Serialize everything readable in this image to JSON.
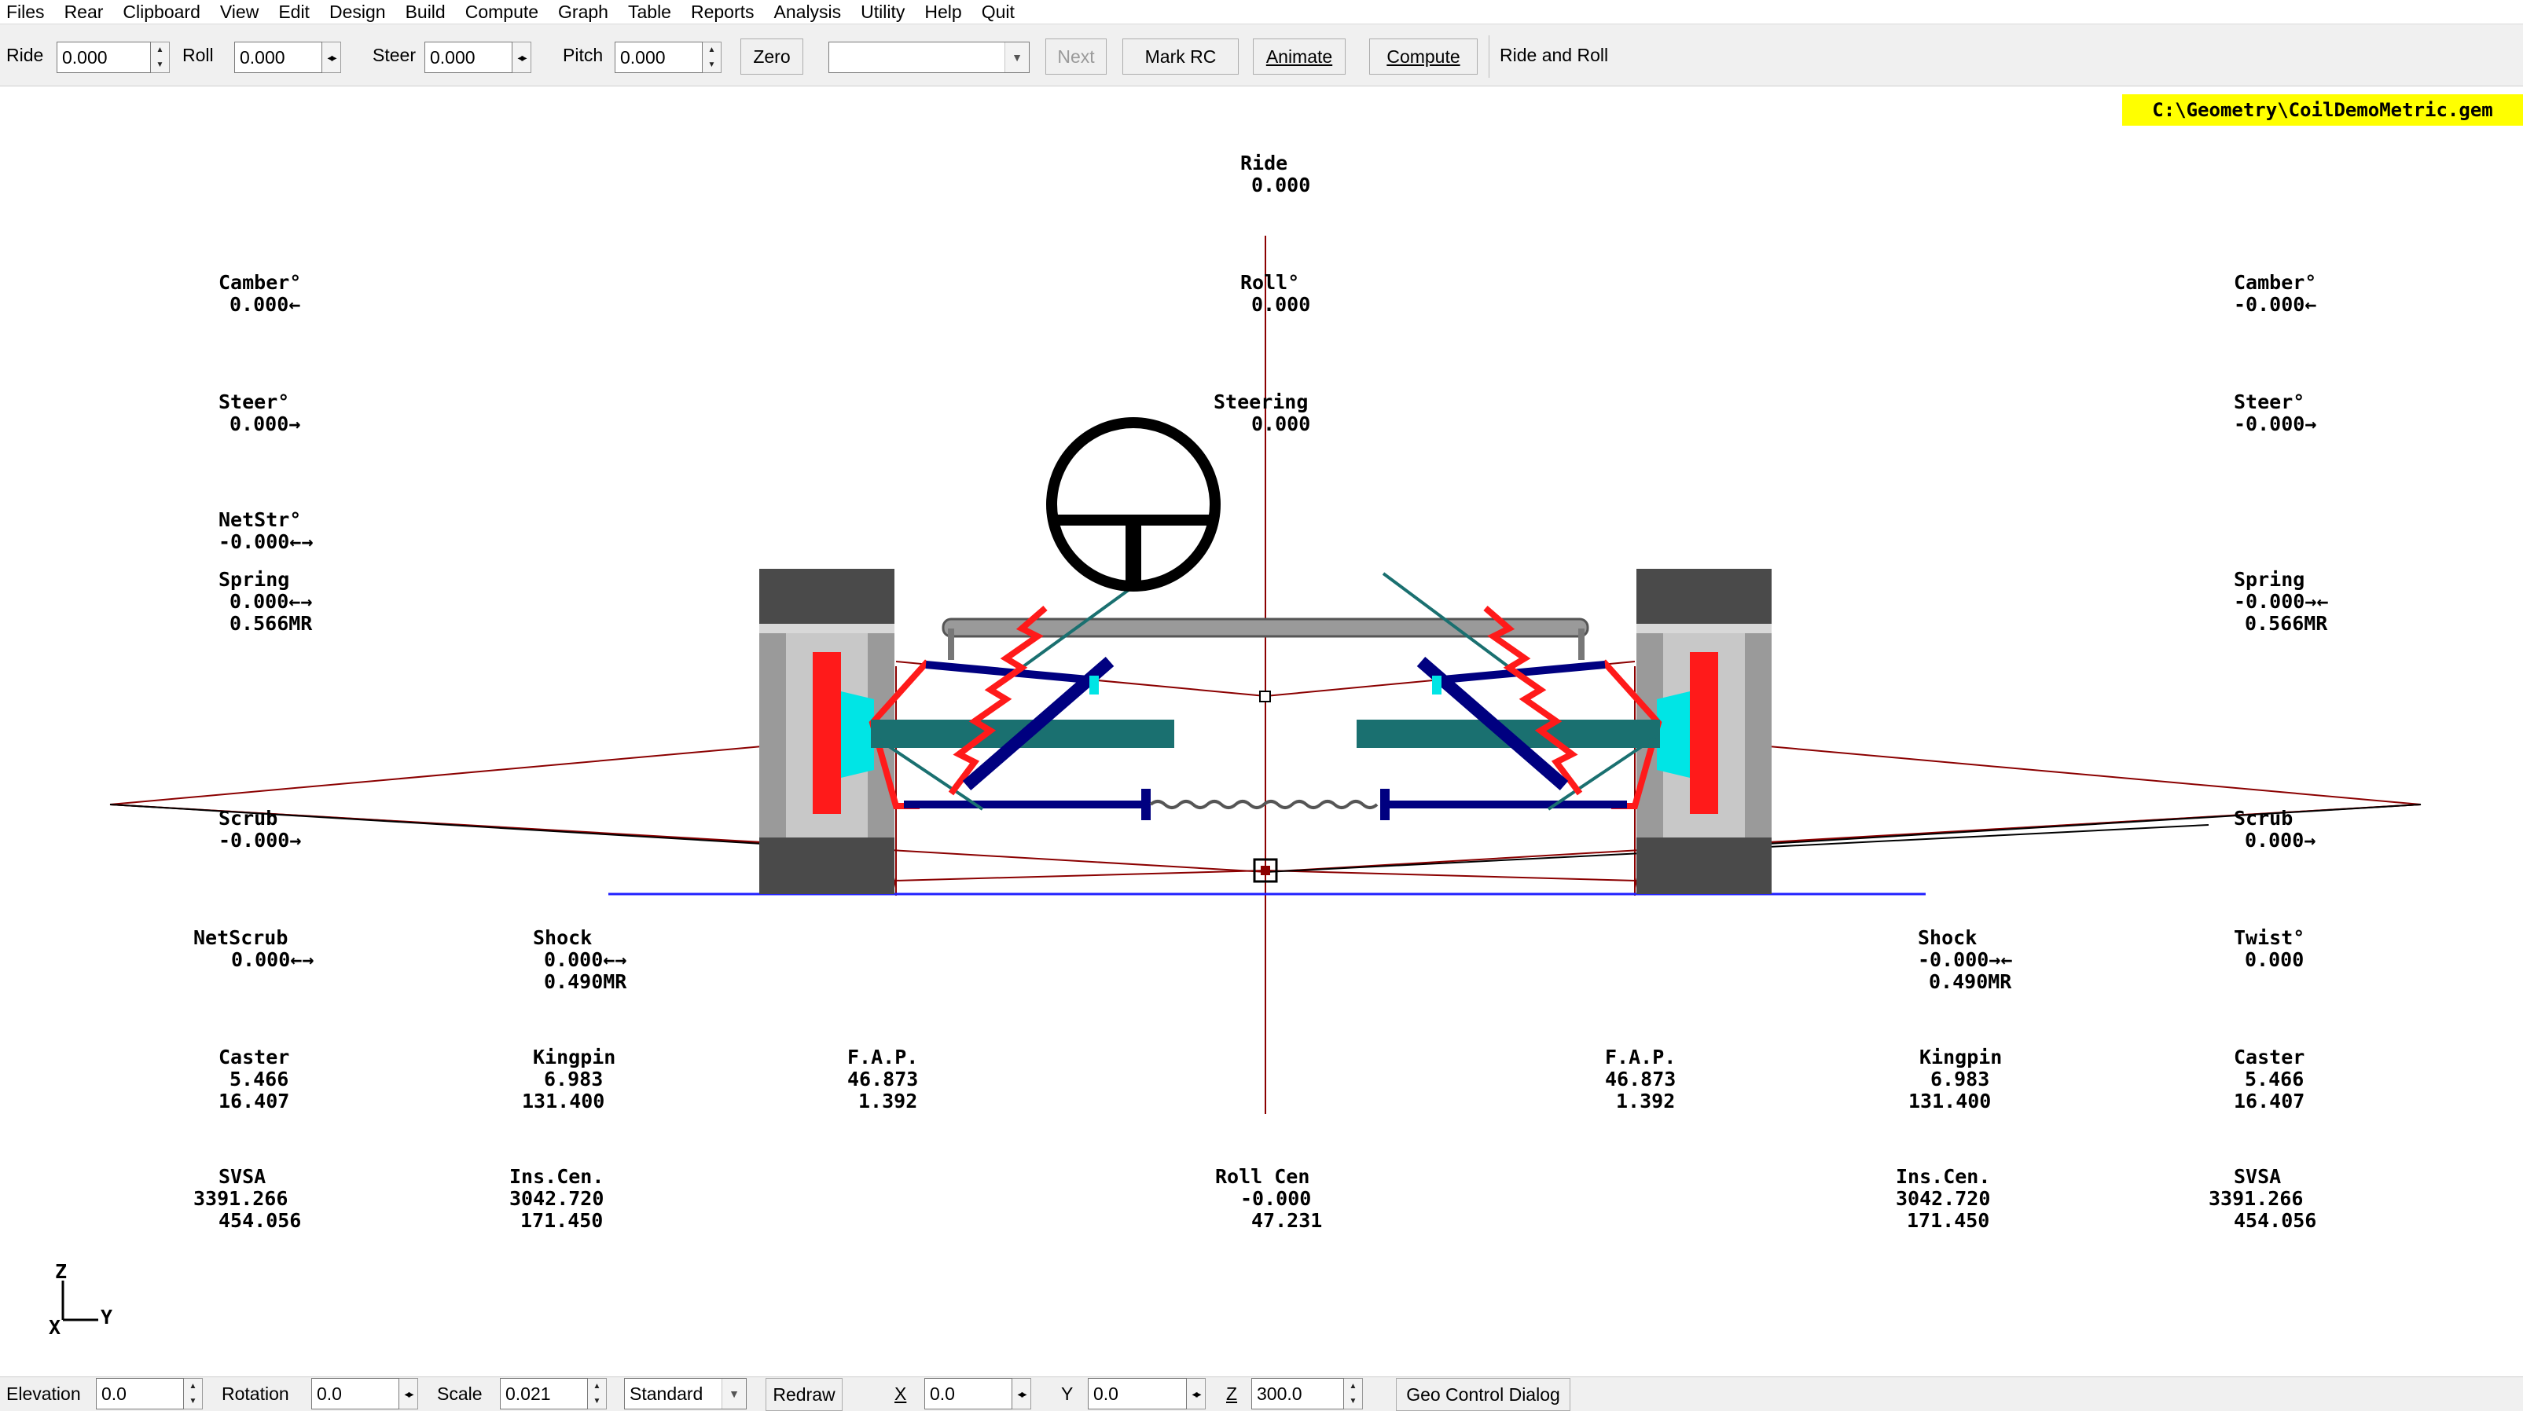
{
  "menu": [
    "Files",
    "Rear",
    "Clipboard",
    "View",
    "Edit",
    "Design",
    "Build",
    "Compute",
    "Graph",
    "Table",
    "Reports",
    "Analysis",
    "Utility",
    "Help",
    "Quit"
  ],
  "toolbar": {
    "ride_label": "Ride",
    "ride_value": "0.000",
    "roll_label": "Roll",
    "roll_value": "0.000",
    "steer_label": "Steer",
    "steer_value": "0.000",
    "pitch_label": "Pitch",
    "pitch_value": "0.000",
    "zero_button": "Zero",
    "mode_combo_value": "",
    "next_button": "Next",
    "mark_rc_button": "Mark RC",
    "animate_button": "Animate",
    "compute_button": "Compute",
    "status_text": "Ride and Roll"
  },
  "file_path": "C:\\Geometry\\CoilDemoMetric.gem",
  "readouts": {
    "ride": {
      "label": "Ride",
      "v1": "0.000"
    },
    "roll": {
      "label": "Roll°",
      "v1": "0.000"
    },
    "steering": {
      "label": "Steering",
      "v1": "0.000"
    },
    "camber_left": {
      "label": "Camber°",
      "v1": "0.000←"
    },
    "camber_right": {
      "label": "Camber°",
      "v1": "-0.000←"
    },
    "steer_left": {
      "label": "Steer°",
      "v1": "0.000→"
    },
    "steer_right": {
      "label": "Steer°",
      "v1": "-0.000→"
    },
    "netstr_left": {
      "label": "NetStr°",
      "v1": "-0.000←→"
    },
    "spring_left": {
      "label": "Spring",
      "v1": "0.000←→",
      "v2": "0.566MR"
    },
    "spring_right": {
      "label": "Spring",
      "v1": "-0.000→←",
      "v2": "0.566MR"
    },
    "scrub_left": {
      "label": "Scrub",
      "v1": "-0.000→"
    },
    "scrub_right": {
      "label": "Scrub",
      "v1": "0.000→"
    },
    "netscrub_left": {
      "label": "NetScrub",
      "v1": "0.000←→"
    },
    "shock_left": {
      "label": "Shock",
      "v1": "0.000←→",
      "v2": "0.490MR"
    },
    "shock_right": {
      "label": "Shock",
      "v1": "-0.000→←",
      "v2": "0.490MR"
    },
    "twist_right": {
      "label": "Twist°",
      "v1": "0.000"
    },
    "caster_left": {
      "label": "Caster",
      "v1": "5.466",
      "v2": "16.407"
    },
    "caster_right": {
      "label": "Caster",
      "v1": "5.466",
      "v2": "16.407"
    },
    "kingpin_left": {
      "label": "Kingpin",
      "v1": "6.983",
      "v2": "131.400"
    },
    "kingpin_right": {
      "label": "Kingpin",
      "v1": "6.983",
      "v2": "131.400"
    },
    "fap_left": {
      "label": "F.A.P.",
      "v1": "46.873",
      "v2": "1.392"
    },
    "fap_right": {
      "label": "F.A.P.",
      "v1": "46.873",
      "v2": "1.392"
    },
    "svsa_left": {
      "label": "SVSA",
      "v1": "3391.266",
      "v2": "454.056"
    },
    "svsa_right": {
      "label": "SVSA",
      "v1": "3391.266",
      "v2": "454.056"
    },
    "inscen_left": {
      "label": "Ins.Cen.",
      "v1": "3042.720",
      "v2": "171.450"
    },
    "inscen_right": {
      "label": "Ins.Cen.",
      "v1": "3042.720",
      "v2": "171.450"
    },
    "rollcen": {
      "label": "Roll Cen",
      "v1": "-0.000",
      "v2": "47.231"
    }
  },
  "axes": {
    "z": "Z",
    "y": "Y",
    "x": "X"
  },
  "bottom": {
    "elevation_label": "Elevation",
    "elevation_value": "0.0",
    "rotation_label": "Rotation",
    "rotation_value": "0.0",
    "scale_label": "Scale",
    "scale_value": "0.021",
    "view_combo": "Standard",
    "redraw_button": "Redraw",
    "x_label": "X",
    "x_value": "0.0",
    "y_label": "Y",
    "y_value": "0.0",
    "z_label": "Z",
    "z_value": "300.0",
    "geo_button": "Geo Control Dialog"
  },
  "colors": {
    "highlight": "#ffff00",
    "frame_red": "#ff1a1a",
    "arm_blue": "#000080",
    "teal": "#1a7070",
    "tire_gray": "#9a9a9a",
    "ground": "#2020ff",
    "line_red": "#8b0000"
  }
}
